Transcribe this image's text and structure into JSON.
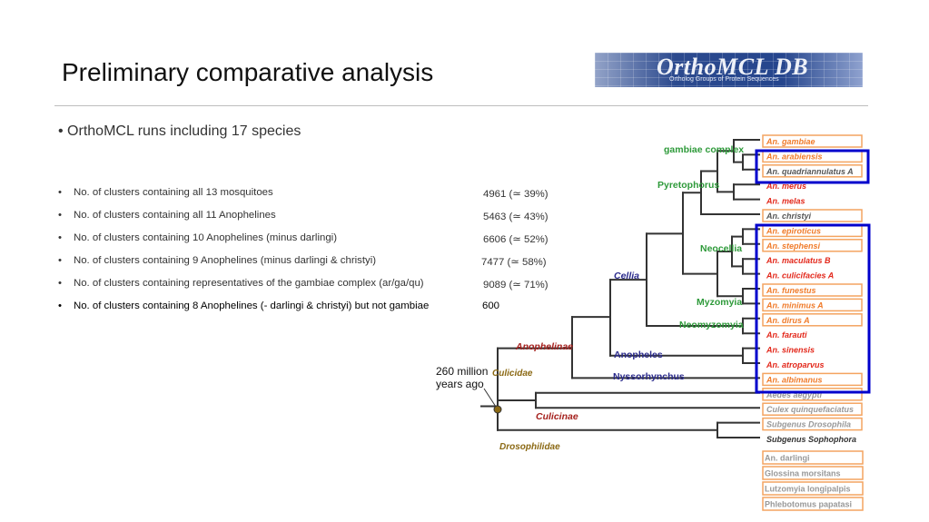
{
  "slide": {
    "title": "Preliminary comparative analysis",
    "logo": {
      "name": "OrthoMCL DB",
      "subtitle": "Ortholog Groups of Protein Sequences"
    },
    "main_bullet": "OrthoMCL runs including 17 species",
    "stats": [
      {
        "label": "No. of clusters containing all 13 mosquitoes",
        "value": "4961 (≃ 39%)"
      },
      {
        "label": "No. of clusters containing all 11 Anophelines",
        "value": "5463 (≃ 43%)"
      },
      {
        "label": "No. of clusters containing 10 Anophelines (minus darlingi)",
        "value": "6606 (≃ 52%)"
      },
      {
        "label": "No. of clusters containing 9 Anophelines (minus darlingi & christyi)",
        "value": " 7477 (≃ 58%)"
      },
      {
        "label": "No. of clusters containing representatives of the gambiae complex (ar/ga/qu)",
        "value": "9089 (≃ 71%)"
      },
      {
        "label": "No. of clusters containing 8 Anophelines (- darlingi & christyi) but not gambiae",
        "value": "600"
      }
    ]
  },
  "tree": {
    "clade_labels": {
      "gambiae_complex": "gambiae complex",
      "pyretophorus": "Pyretophorus",
      "neocellia": "Neocellia",
      "cellia": "Cellia",
      "myzomyia": "Myzomyia",
      "neomyzomyia": "Neomyzomyia",
      "anophelinae": "Anophelinae",
      "anopheles": "Anopheles",
      "nyssorhynchus": "Nyssorhynchus",
      "culicidae": "Culicidae",
      "culicinae": "Culicinae",
      "drosophilidae": "Drosophilidae"
    },
    "age_label_line1": "260 million",
    "age_label_line2": "years ago",
    "species": [
      {
        "name": "An. gambiae",
        "color": "#f07b2a",
        "boxed": true
      },
      {
        "name": "An. arabiensis",
        "color": "#f07b2a",
        "boxed": true
      },
      {
        "name": "An. quadriannulatus A",
        "color": "#555555",
        "boxed": true
      },
      {
        "name": "An. merus",
        "color": "#e3281b",
        "boxed": false
      },
      {
        "name": "An. melas",
        "color": "#e3281b",
        "boxed": false
      },
      {
        "name": "An. christyi",
        "color": "#555555",
        "boxed": true
      },
      {
        "name": "An. epiroticus",
        "color": "#f07b2a",
        "boxed": true
      },
      {
        "name": "An. stephensi",
        "color": "#f07b2a",
        "boxed": true
      },
      {
        "name": "An. maculatus B",
        "color": "#e3281b",
        "boxed": false
      },
      {
        "name": "An. culicifacies A",
        "color": "#e3281b",
        "boxed": false
      },
      {
        "name": "An. funestus",
        "color": "#f07b2a",
        "boxed": true
      },
      {
        "name": "An. minimus A",
        "color": "#f07b2a",
        "boxed": true
      },
      {
        "name": "An. dirus A",
        "color": "#f07b2a",
        "boxed": true
      },
      {
        "name": "An. farauti",
        "color": "#e3281b",
        "boxed": false
      },
      {
        "name": "An. sinensis",
        "color": "#e3281b",
        "boxed": false
      },
      {
        "name": "An. atroparvus",
        "color": "#e3281b",
        "boxed": false
      },
      {
        "name": "An. albimanus",
        "color": "#f07b2a",
        "boxed": true
      },
      {
        "name": "Aedes aegypti",
        "color": "#999999",
        "boxed": true
      },
      {
        "name": "Culex quinquefaciatus",
        "color": "#999999",
        "boxed": true
      },
      {
        "name": "Subgenus Drosophila",
        "color": "#999999",
        "boxed": true
      },
      {
        "name": "Subgenus Sophophora",
        "color": "#333333",
        "boxed": false
      }
    ],
    "outgroups": [
      "An. darlingi",
      "Glossina morsitans",
      "Lutzomyia longipalpis",
      "Phlebotomus papatasi"
    ],
    "colors": {
      "clade_green": "#2e9a3a",
      "clade_navy": "#2a2a8c",
      "clade_maroon": "#a5201d",
      "box_orange": "#f4a460",
      "highlight_blue": "#0000cc",
      "branch": "#333333",
      "root_node": "#8b6914"
    }
  }
}
